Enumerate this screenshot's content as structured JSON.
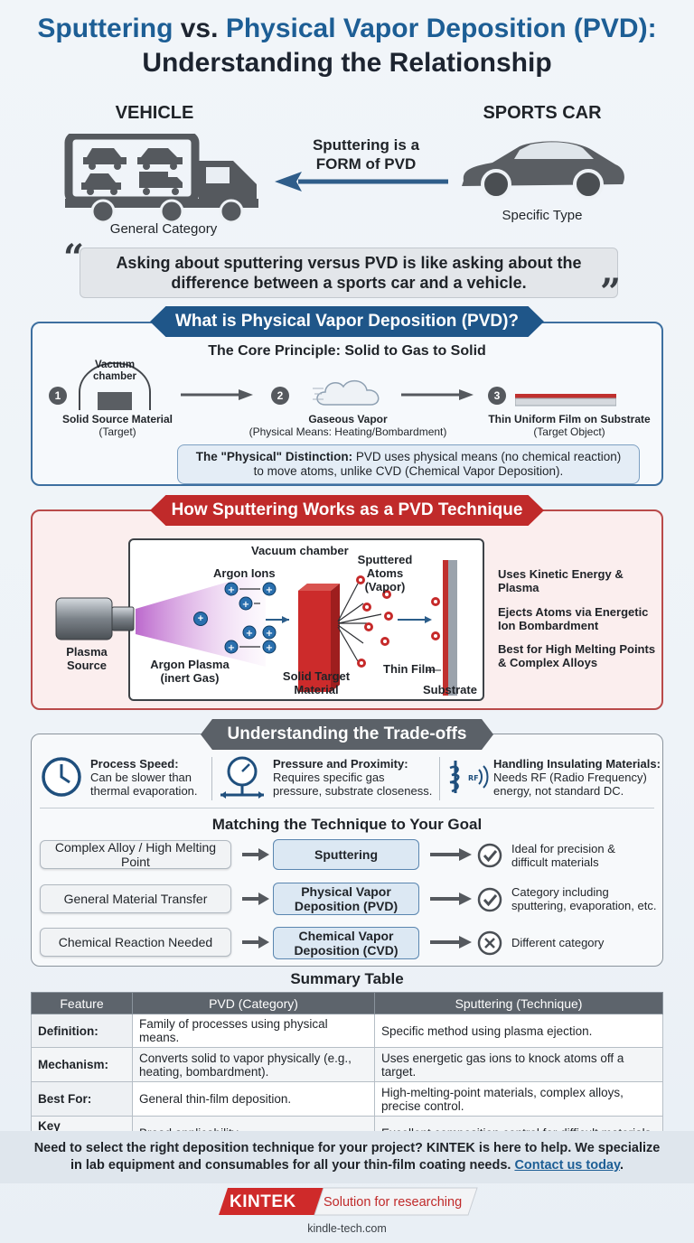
{
  "header": {
    "title_part1": "Sputtering",
    "title_part2": "vs.",
    "title_part3": "Physical Vapor Deposition (PVD):",
    "title_line2": "Understanding the Relationship"
  },
  "analogy": {
    "left_label": "VEHICLE",
    "left_caption": "General Category",
    "right_label": "SPORTS CAR",
    "right_caption": "Specific Type",
    "arrow_text_line1": "Sputtering is a",
    "arrow_text_line2": "FORM of PVD",
    "quote_line1": "Asking about sputtering versus PVD is like asking about the",
    "quote_line2": "difference between a sports car and a vehicle."
  },
  "pvd_section": {
    "banner": "What is Physical Vapor Deposition (PVD)?",
    "subtitle": "The Core Principle: Solid to Gas to Solid",
    "chamber_label_line1": "Vacuum",
    "chamber_label_line2": "chamber",
    "steps": [
      {
        "num": "1",
        "label_line1": "Solid Source Material",
        "label_line2": "(Target)"
      },
      {
        "num": "2",
        "label_line1": "Gaseous Vapor",
        "label_line2": "(Physical Means: Heating/Bombardment)"
      },
      {
        "num": "3",
        "label_line1": "Thin Uniform Film on Substrate",
        "label_line2": "(Target Object)"
      }
    ],
    "note_bold": "The \"Physical\" Distinction:",
    "note_rest": "PVD uses physical means (no chemical reaction)",
    "note_line2": "to move atoms, unlike CVD (Chemical Vapor Deposition)."
  },
  "sputter_section": {
    "banner": "How Sputtering Works as a PVD Technique",
    "vacuum_label": "Vacuum chamber",
    "argon_ions": "Argon Ions",
    "sputtered_line1": "Sputtered Atoms",
    "sputtered_line2": "(Vapor)",
    "plasma_source_line1": "Plasma",
    "plasma_source_line2": "Source",
    "argon_plasma_line1": "Argon Plasma",
    "argon_plasma_line2": "(inert Gas)",
    "target_line1": "Solid Target",
    "target_line2": "Material",
    "thin_film": "Thin Film",
    "substrate": "Substrate",
    "points": [
      {
        "line1": "Uses Kinetic Energy &",
        "line2": "Plasma"
      },
      {
        "line1": "Ejects Atoms via Energetic",
        "line2": "Ion Bombardment"
      },
      {
        "line1": "Best for High Melting Points",
        "line2": "& Complex Alloys"
      }
    ]
  },
  "tradeoffs": {
    "banner": "Understanding the Trade-offs",
    "items": [
      {
        "title": "Process Speed:",
        "line1": "Can be slower than",
        "line2": "thermal evaporation.",
        "icon": "clock-icon"
      },
      {
        "title": "Pressure and Proximity:",
        "line1": "Requires specific gas",
        "line2": "pressure, substrate closeness.",
        "icon": "gauge-icon"
      },
      {
        "title": "Handling Insulating Materials:",
        "line1": "Needs RF (Radio Frequency)",
        "line2": "energy, not standard DC.",
        "icon": "rf-coil-icon"
      }
    ],
    "matching_title": "Matching the Technique to Your Goal",
    "rows": [
      {
        "goal": "Complex Alloy / High Melting Point",
        "tech_line1": "Sputtering",
        "tech_line2": "",
        "result_line1": "Ideal for precision &",
        "result_line2": "difficult materials",
        "icon": "check-circle-icon"
      },
      {
        "goal": "General Material Transfer",
        "tech_line1": "Physical Vapor",
        "tech_line2": "Deposition (PVD)",
        "result_line1": "Category including",
        "result_line2": "sputtering, evaporation, etc.",
        "icon": "check-circle-icon"
      },
      {
        "goal": "Chemical Reaction Needed",
        "tech_line1": "Chemical Vapor",
        "tech_line2": "Deposition (CVD)",
        "result_line1": "Different category",
        "result_line2": "",
        "icon": "x-circle-icon"
      }
    ]
  },
  "summary": {
    "title": "Summary Table",
    "headers": [
      "Feature",
      "PVD (Category)",
      "Sputtering (Technique)"
    ],
    "rows": [
      [
        "Definition:",
        "Family of processes using physical means.",
        "Specific method using plasma ejection."
      ],
      [
        "Mechanism:",
        "Converts solid to vapor physically (e.g., heating, bombardment).",
        "Uses energetic gas ions to knock atoms off a target."
      ],
      [
        "Best For:",
        "General thin-film deposition.",
        "High-melting-point materials, complex alloys, precise control."
      ],
      [
        "Key Advantage:",
        "Broad applicability.",
        "Excellent composition control for difficult materials."
      ]
    ]
  },
  "footer": {
    "cta_line1": "Need to select the right deposition technique for your project? KINTEK is here to help. We specialize",
    "cta_line2": "in lab equipment and consumables for all your thin-film coating needs.",
    "cta_link": "Contact us today",
    "cta_end": ".",
    "brand": "KINTEK",
    "tagline": "Solution for researching",
    "url": "kindle-tech.com"
  },
  "colors": {
    "accent_blue": "#1d5e95",
    "accent_red": "#c02a2a",
    "neutral_gray": "#5b6168"
  }
}
